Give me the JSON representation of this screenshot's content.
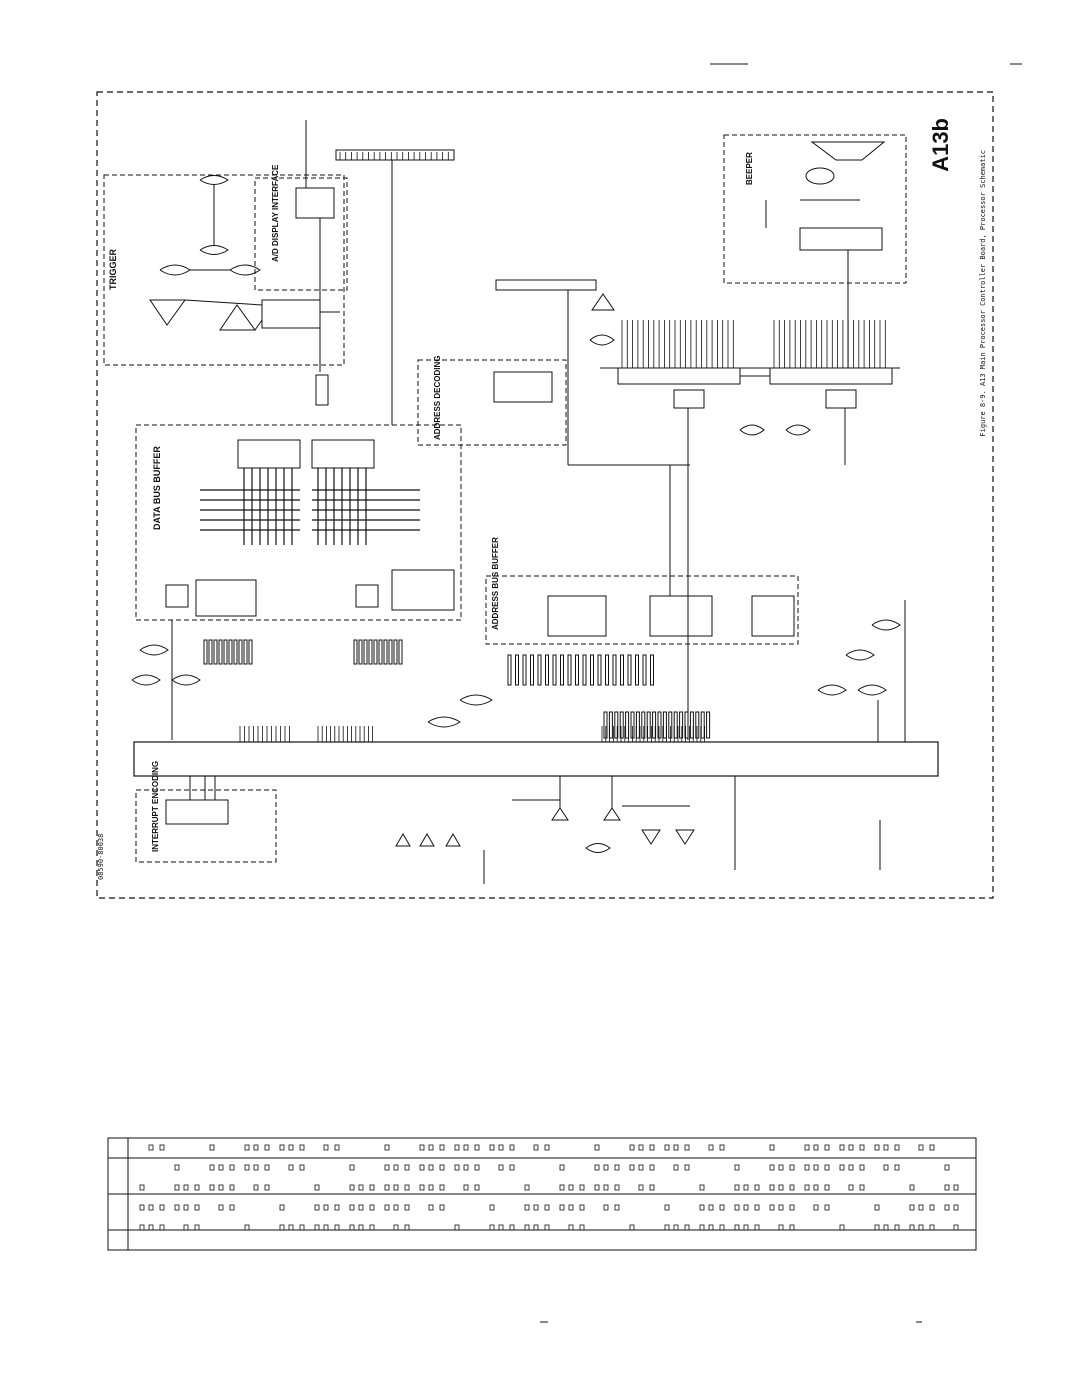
{
  "sheet": {
    "board_id": "A13b",
    "caption": "Figure 8-9. A13 Main Processor Controller Board, Processor Schematic",
    "part_number": "08590-80038"
  },
  "blocks": {
    "trigger": "TRIGGER",
    "ad_display": "A/D DISPLAY INTERFACE",
    "data_bus_buffer": "DATA BUS BUFFER",
    "address_decoding": "ADDRESS DECODING",
    "address_bus_buffer": "ADDRESS BUS BUFFER",
    "interrupt_encoding": "INTERRUPT ENCODING",
    "beeper": "BEEPER"
  },
  "table": {
    "rows": 4
  },
  "colors": {
    "ink": "#111111",
    "paper": "#ffffff"
  }
}
